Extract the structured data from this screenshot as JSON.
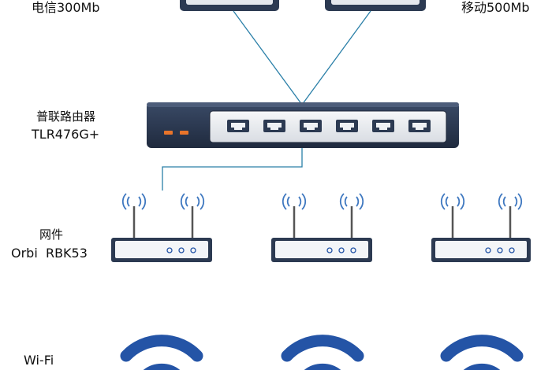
{
  "isp_left": {
    "label": "电信300Mb"
  },
  "isp_right": {
    "label": "移动500Mb"
  },
  "router": {
    "name_line1": "普联路由器",
    "name_line2": "TLR476G+",
    "port_count": 6,
    "body_color": "#2c3a52",
    "led_color": "#e8742a"
  },
  "mesh": {
    "name_line1": "网件",
    "name_line2": "Orbi  RBK53",
    "unit_count": 3
  },
  "wifi": {
    "label": "Wi-Fi",
    "signal_color": "#2454a6"
  },
  "colors": {
    "cable": "#2a7fa8",
    "antenna_wave": "#3f78c0"
  }
}
